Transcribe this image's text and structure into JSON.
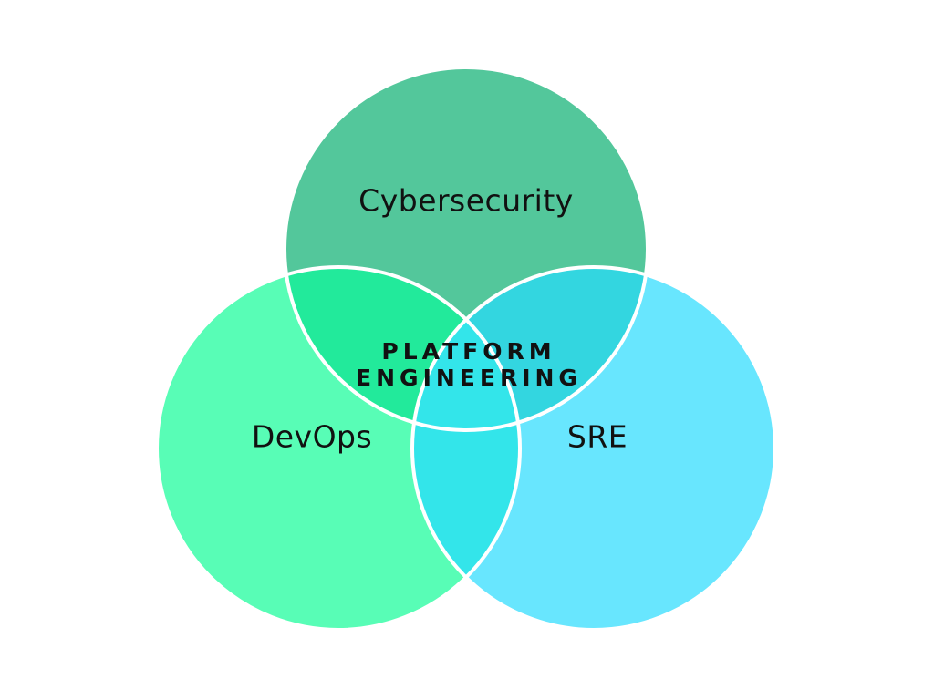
{
  "diagram": {
    "type": "venn",
    "sets": [
      {
        "label": "Cybersecurity",
        "color": "#53C79B"
      },
      {
        "label": "DevOps",
        "color": "#58FDB6"
      },
      {
        "label": "SRE",
        "color": "#68E6FE"
      }
    ],
    "overlaps": {
      "cybersecurity_devops": "#22EA9B",
      "cybersecurity_sre": "#33D6E0",
      "devops_sre": "#33E5EA",
      "all": "#33E5EA"
    },
    "center_label": {
      "line1": "PLATFORM",
      "line2": "ENGINEERING"
    },
    "outline_color": "#ffffff"
  }
}
